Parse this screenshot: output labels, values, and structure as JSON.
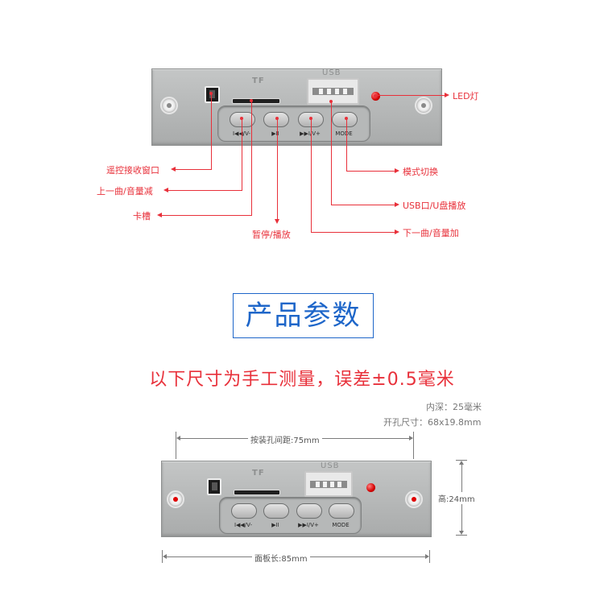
{
  "panel_top": {
    "tf_label": "TF",
    "usb_label": "USB",
    "buttons": [
      "I◀◀/V-",
      "▶II",
      "▶▶I/V+",
      "MODE"
    ]
  },
  "callouts": {
    "led": "LED灯",
    "ir_window": "遥控接收窗口",
    "prev_vol_down": "上一曲/音量减",
    "card_slot": "卡槽",
    "pause_play": "暂停/播放",
    "mode_switch": "模式切换",
    "usb_play": "USB口/U盘播放",
    "next_vol_up": "下一曲/音量加"
  },
  "colors": {
    "callout": "#e8303a",
    "title": "#1e66c9"
  },
  "section_title": "产品参数",
  "notice": "以下尺寸为手工测量，误差±0.5毫米",
  "specs": {
    "depth": "内深：25毫米",
    "cutout": "开孔尺寸：68x19.8mm"
  },
  "panel_bottom": {
    "tf_label": "TF",
    "usb_label": "USB",
    "buttons": [
      "I◀◀/V-",
      "▶II",
      "▶▶I/V+",
      "MODE"
    ]
  },
  "dimensions": {
    "hole_spacing": "按装孔间距:75mm",
    "height": "高:24mm",
    "panel_length": "面板长:85mm"
  }
}
